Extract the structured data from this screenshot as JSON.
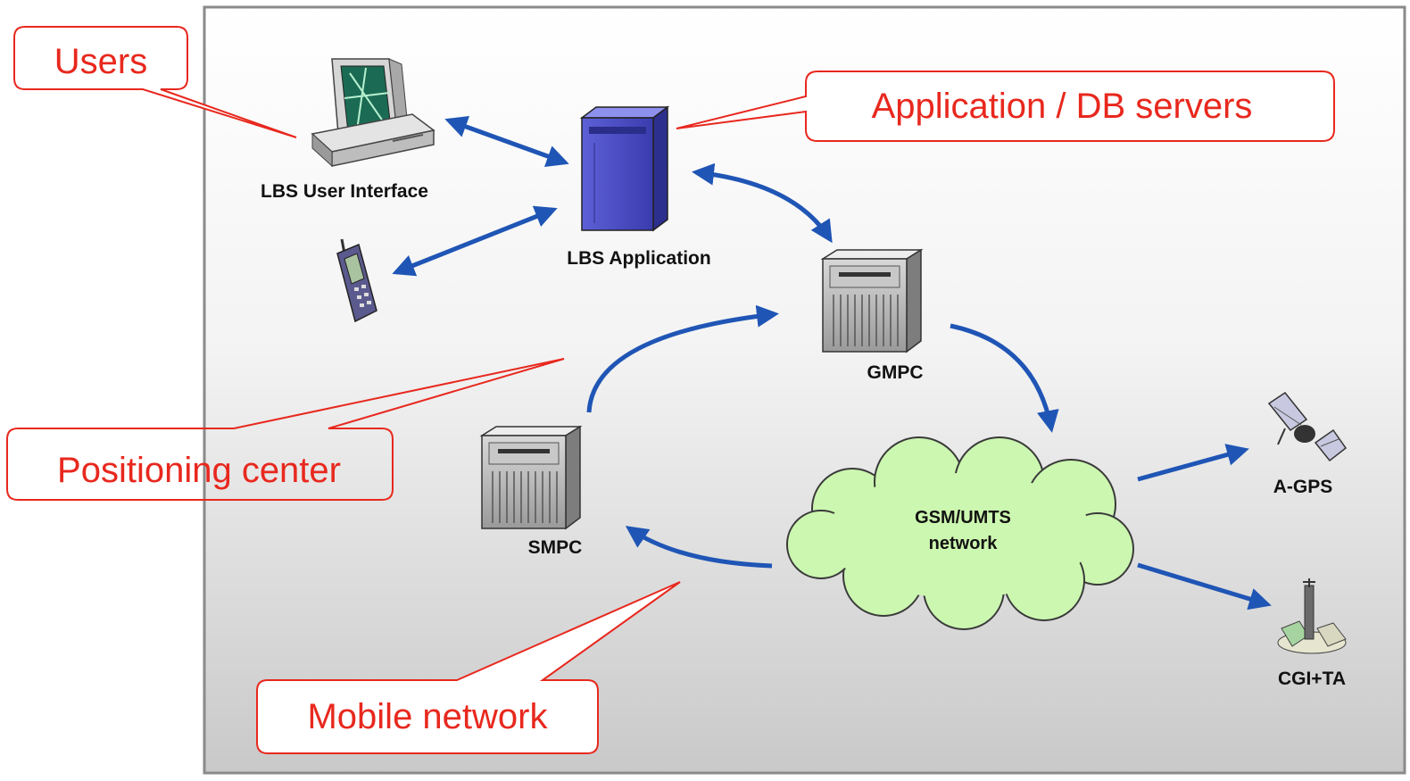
{
  "labels": {
    "lbs_user_interface": "LBS User Interface",
    "lbs_application": "LBS Application",
    "gmpc": "GMPC",
    "smpc": "SMPC",
    "network_line1": "GSM/UMTS",
    "network_line2": "network",
    "agps": "A-GPS",
    "cgi_ta": "CGI+TA"
  },
  "callouts": {
    "users": "Users",
    "servers": "Application / DB servers",
    "positioning": "Positioning center",
    "mobile": "Mobile network"
  },
  "icons": [
    "desktop-computer-icon",
    "mobile-phone-icon",
    "server-tower-icon",
    "gmpc-server-icon",
    "smpc-server-icon",
    "cloud-icon",
    "satellite-icon",
    "antenna-tower-icon"
  ],
  "colors": {
    "callout": "#e8281e",
    "arrow": "#1f55b5",
    "cloud": "#ccf7b0"
  }
}
